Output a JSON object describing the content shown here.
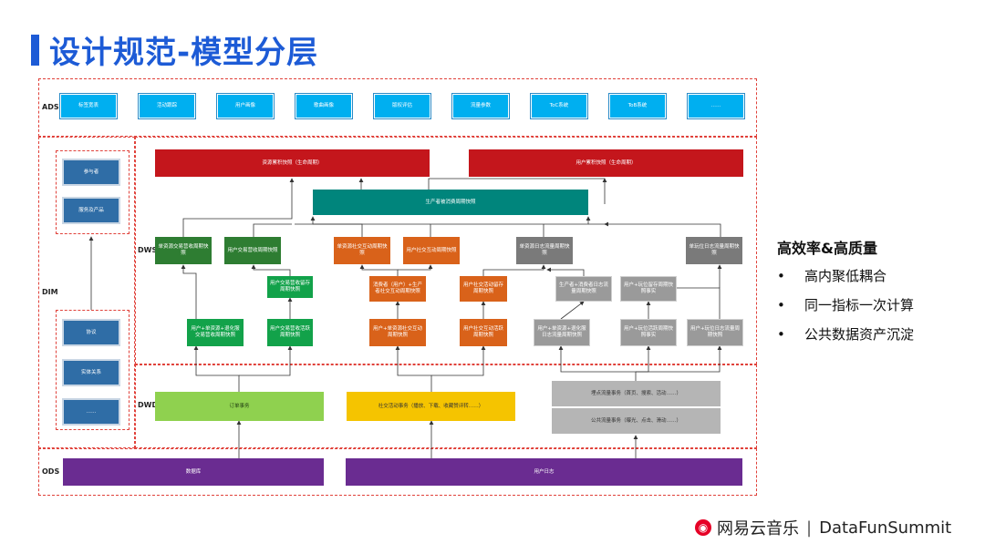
{
  "title": "设计规范-模型分层",
  "layers": {
    "ads": "ADS",
    "dim": "DIM",
    "dws": "DWS",
    "dwd": "DWD",
    "ods": "ODS"
  },
  "ads_items": [
    "标签宽表",
    "活动跟踪",
    "用户画像",
    "歌曲画像",
    "版权评估",
    "流量参数",
    "ToC系统",
    "ToB系统",
    "……"
  ],
  "dim_top": [
    "参与者",
    "服务及产品"
  ],
  "dim_bottom": [
    "协议",
    "实体关系",
    "……"
  ],
  "dws": {
    "red_left": "资源累积快照（生命周期）",
    "red_right": "用户累积快照（生命周期）",
    "teal": "生产者被消费周期快照",
    "row1": [
      "单资源交易营收周期快照",
      "用户交易营收周期快照",
      "单资源社交互动周期快照",
      "用户社交互动周期快照",
      "单资源日志流量周期快照",
      "单玩位日志流量周期快照"
    ],
    "row2": [
      "用户交易营收留存周期快照",
      "消费者（用户）+生产者社交互动周期快照",
      "用户社交活动留存周期快照",
      "生产者+消费者日志流量周期快照",
      "用户+玩位留存周期快照事实"
    ],
    "row3": [
      "用户+单资源+退化服交易营收周期快照",
      "用户交易营收活跃周期快照",
      "用户+单资源社交互动周期快照",
      "用户社交互动活跃周期快照",
      "用户+单资源+退化服日志流量周期快照",
      "用户+玩位活跃周期快照事实",
      "用户+玩位日志流量周期快照"
    ]
  },
  "dwd": {
    "order": "订单事务",
    "social": "社交活动事务（播放、下载、收藏赞评转……）",
    "traffic_top": "埋点流量事务（首页、搜索、活动……）",
    "traffic_bottom": "公共流量事务（曝光、点击、滑动……）"
  },
  "ods": {
    "db": "数据库",
    "log": "用户日志"
  },
  "side": {
    "heading": "高效率&高质量",
    "bullets": [
      "高内聚低耦合",
      "同一指标一次计算",
      "公共数据资产沉淀"
    ],
    "bullet_char": "•"
  },
  "footer": {
    "logo_glyph": "◉",
    "brand": "网易云音乐",
    "separator": "|",
    "event": "DataFunSummit"
  },
  "colors": {
    "title_blue": "#1d5bd6",
    "ads_blue": "#00aff0",
    "dim_blue": "#2f6da6",
    "dws_red": "#c4161c",
    "teal": "#00857c",
    "ods_purple": "#6a2c91",
    "dash_red": "#e0413a"
  }
}
